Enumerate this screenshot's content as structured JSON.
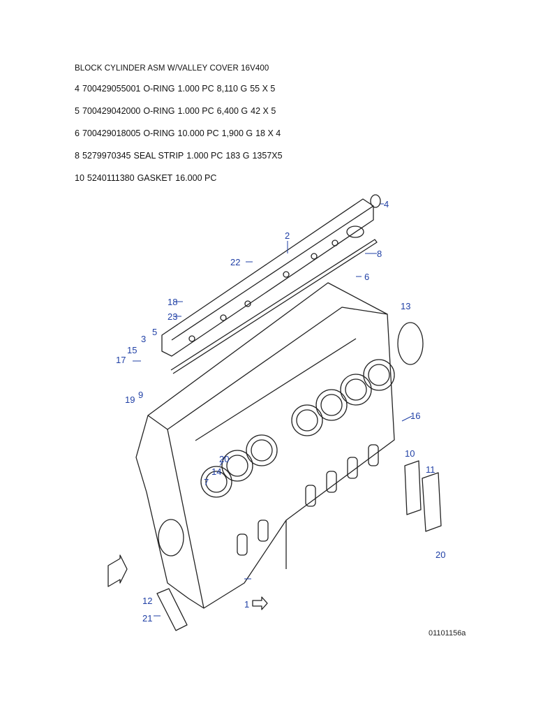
{
  "document": {
    "title": "BLOCK CYLINDER ASM W/VALLEY COVER 16V400",
    "parts": [
      {
        "item": "4",
        "part_no": "700429055001",
        "description": "O-RING",
        "qty": "1.000 PC",
        "weight": "8,110 G",
        "size": "55 X 5"
      },
      {
        "item": "5",
        "part_no": "700429042000",
        "description": "O-RING",
        "qty": "1.000 PC",
        "weight": "6,400 G",
        "size": "42 X 5"
      },
      {
        "item": "6",
        "part_no": "700429018005",
        "description": "O-RING",
        "qty": "10.000 PC",
        "weight": "1,900 G",
        "size": "18 X 4"
      },
      {
        "item": "8",
        "part_no": "5279970345",
        "description": "SEAL STRIP",
        "qty": "1.000 PC",
        "weight": "183 G",
        "size": "1357X5"
      },
      {
        "item": "10",
        "part_no": "5240111380",
        "description": "GASKET",
        "qty": "16.000 PC",
        "weight": "",
        "size": ""
      }
    ]
  },
  "drawing": {
    "figure_id": "01101156a",
    "callouts": [
      "4",
      "2",
      "8",
      "22",
      "6",
      "18",
      "23",
      "13",
      "3",
      "5",
      "15",
      "17",
      "19",
      "9",
      "16",
      "20",
      "14",
      "7",
      "10",
      "11",
      "20",
      "12",
      "21",
      "1"
    ],
    "line_color": "#222222",
    "callout_color": "#1f3fa5"
  }
}
